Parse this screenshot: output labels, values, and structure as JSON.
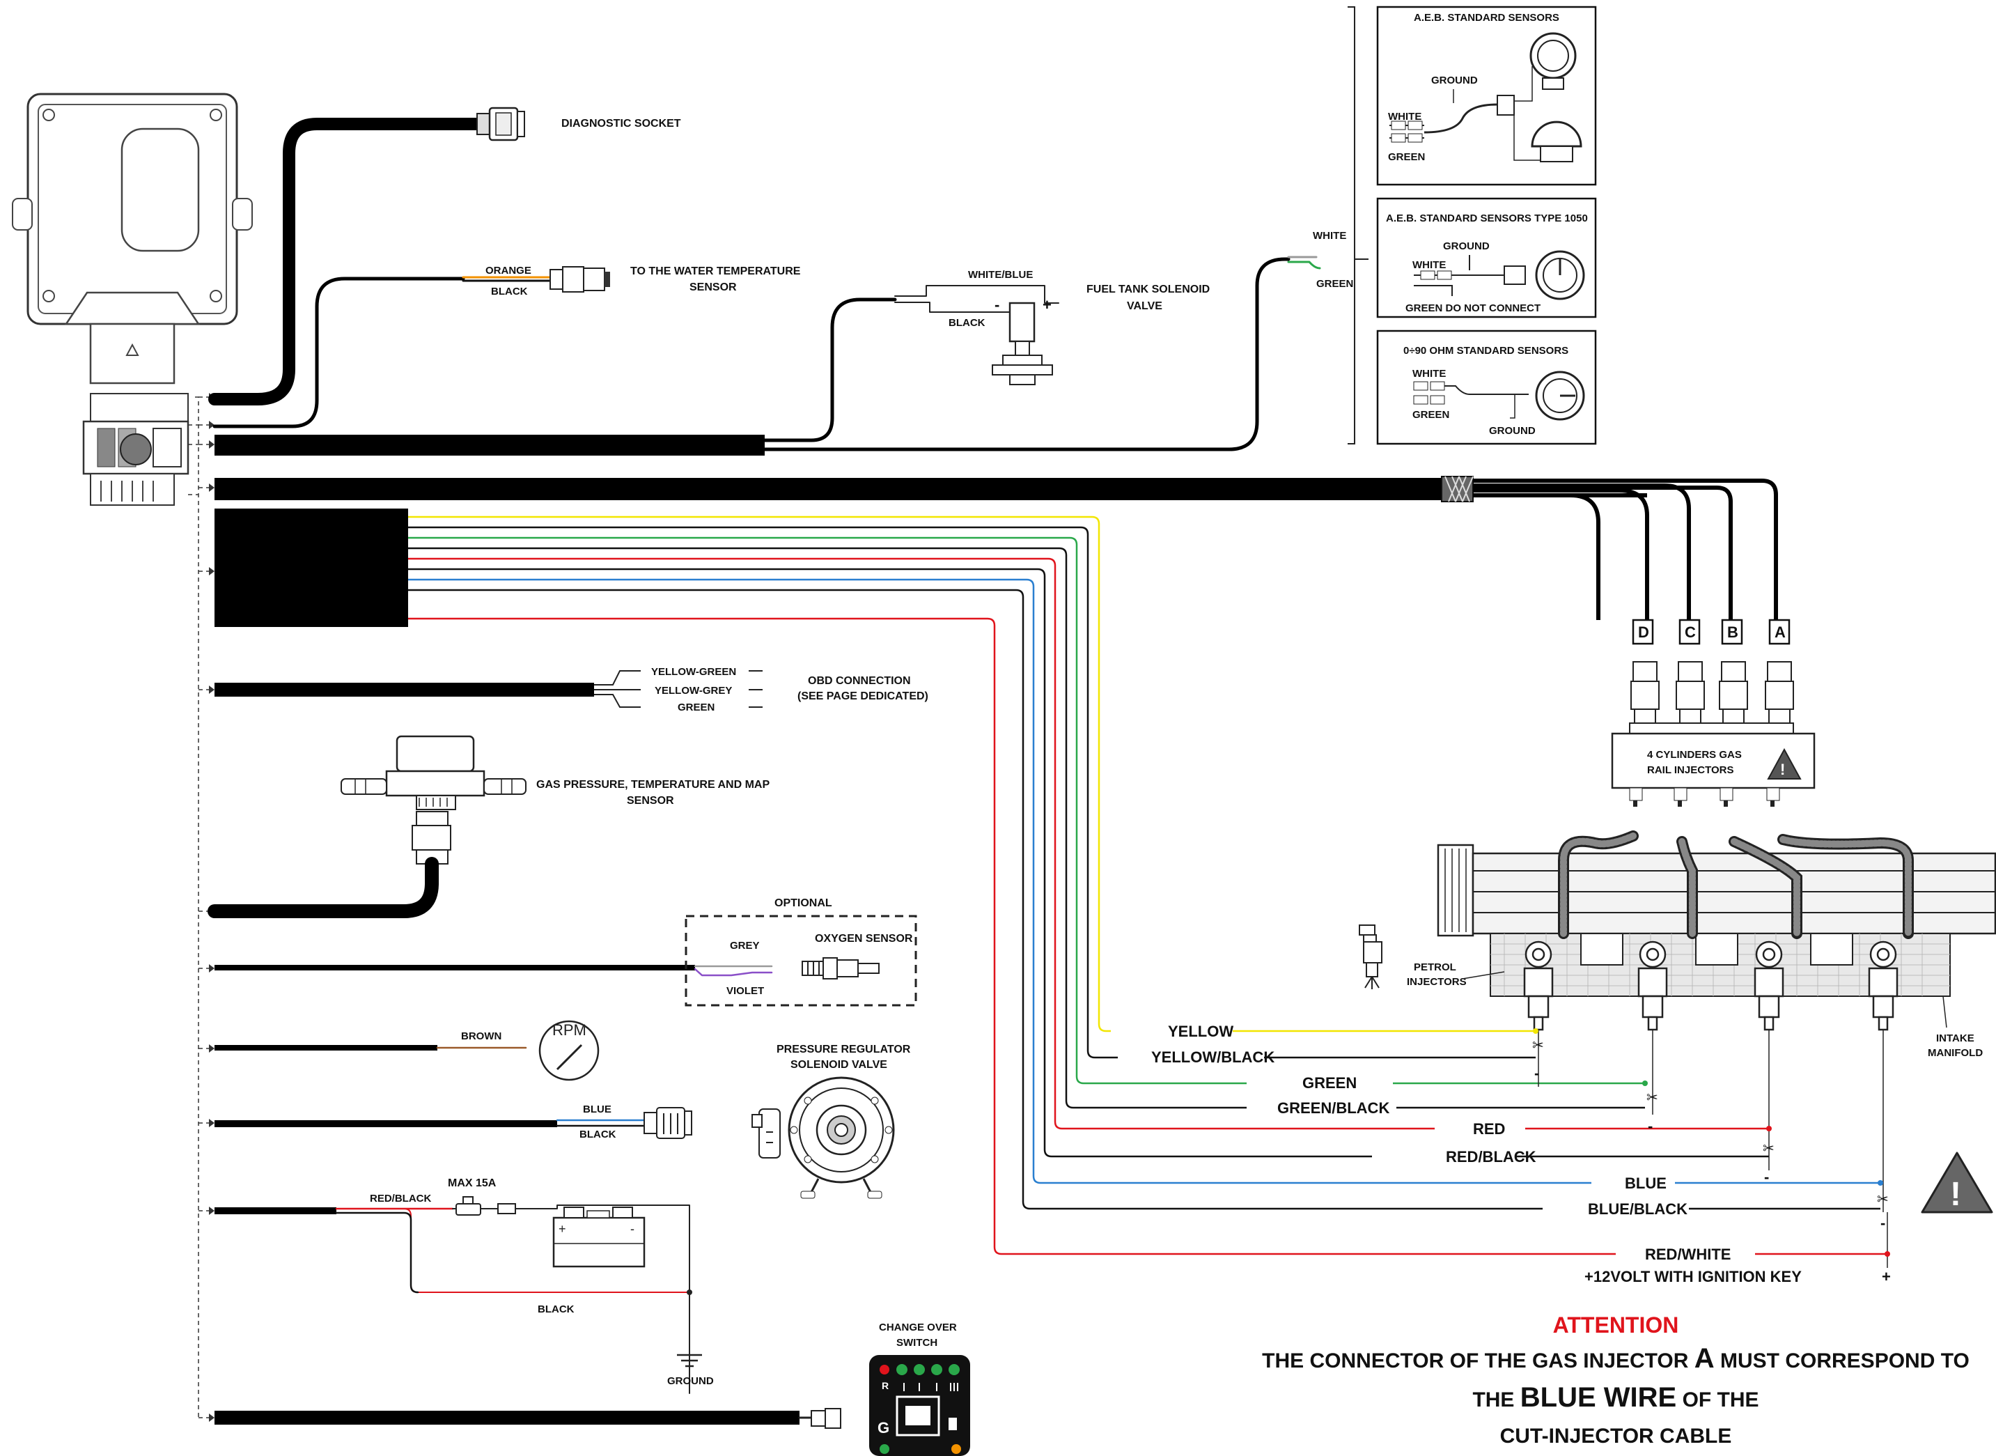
{
  "labels": {
    "diagnostic_socket": "DIAGNOSTIC SOCKET",
    "water_temp_1": "TO THE WATER TEMPERATURE",
    "water_temp_2": "SENSOR",
    "orange": "ORANGE",
    "black": "BLACK",
    "white_blue": "WHITE/BLUE",
    "fuel_tank_1": "FUEL TANK SOLENOID",
    "fuel_tank_2": "VALVE",
    "minus": "-",
    "plus": "+",
    "white": "WHITE",
    "green": "GREEN",
    "ground": "GROUND",
    "aeb_standard": "A.E.B. STANDARD SENSORS",
    "aeb_1050": "A.E.B. STANDARD SENSORS TYPE 1050",
    "green_dnc": "GREEN DO NOT CONNECT",
    "ohm_sensors": "0÷90 OHM STANDARD SENSORS",
    "yellow_green": "YELLOW-GREEN",
    "yellow_grey": "YELLOW-GREY",
    "obd_1": "OBD CONNECTION",
    "obd_2": "(SEE PAGE DEDICATED)",
    "gas_map_1": "GAS PRESSURE, TEMPERATURE AND MAP",
    "gas_map_2": "SENSOR",
    "optional": "OPTIONAL",
    "grey": "GREY",
    "violet": "VIOLET",
    "oxygen": "OXYGEN SENSOR",
    "brown": "BROWN",
    "rpm": "RPM",
    "pressure_reg_1": "PRESSURE REGULATOR",
    "pressure_reg_2": "SOLENOID VALVE",
    "blue": "BLUE",
    "red_black": "RED/BLACK",
    "max15a": "MAX 15A",
    "change_over_1": "CHANGE OVER",
    "change_over_2": "SWITCH",
    "switch_r": "R",
    "switch_g": "G",
    "injector_d": "D",
    "injector_c": "C",
    "injector_b": "B",
    "injector_a": "A",
    "rail_1": "4 CYLINDERS GAS",
    "rail_2": "RAIL INJECTORS",
    "petrol_1": "PETROL",
    "petrol_2": "INJECTORS",
    "intake_1": "INTAKE",
    "intake_2": "MANIFOLD",
    "wire_yellow": "YELLOW",
    "wire_yellow_black": "YELLOW/BLACK",
    "wire_green": "GREEN",
    "wire_green_black": "GREEN/BLACK",
    "wire_red": "RED",
    "wire_red_black": "RED/BLACK",
    "wire_blue": "BLUE",
    "wire_blue_black": "BLUE/BLACK",
    "wire_red_white": "RED/WHITE",
    "ignition": "+12VOLT WITH IGNITION KEY"
  },
  "attention": {
    "title": "ATTENTION",
    "line1_a": "THE CONNECTOR OF THE GAS INJECTOR",
    "line1_big": "A",
    "line1_b": "MUST CORRESPOND TO",
    "line2_a": "THE",
    "line2_big": "BLUE WIRE",
    "line2_b": "OF THE",
    "line3": "CUT-INJECTOR CABLE"
  },
  "colors": {
    "yellow": "#f2e600",
    "green": "#2aa84a",
    "red": "#e0141c",
    "blue": "#2a7fd0",
    "orange": "#f39200",
    "violet": "#8a4fc8",
    "brown": "#9a5a2a",
    "attention": "#e0141c"
  }
}
